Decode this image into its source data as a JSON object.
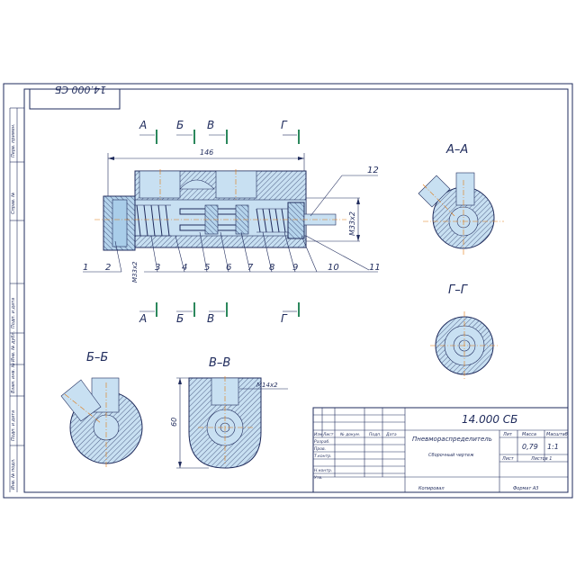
{
  "stamp_top": "14.000 СБ",
  "sections": {
    "a_a": "А–А",
    "b_b": "Б–Б",
    "v_v": "В–В",
    "g_g": "Г–Г",
    "cut_a": "А",
    "cut_b": "Б",
    "cut_v": "В",
    "cut_g": "Г"
  },
  "dimensions": {
    "length": "146",
    "thread_right": "M33x2",
    "thread_left": "M33x2",
    "height_vv": "60",
    "thread_vv": "M14x2"
  },
  "callouts": [
    "1",
    "2",
    "3",
    "4",
    "5",
    "6",
    "7",
    "8",
    "9",
    "10",
    "11",
    "12"
  ],
  "side_strip": [
    "Перв. примен.",
    "Справ. №",
    "Подп. и дата",
    "Инв. № дубл.",
    "Взам. инв. №",
    "Подп. и дата",
    "Инв. № подл."
  ],
  "title_block": {
    "designation": "14.000 СБ",
    "name": "Пневмораспределитель",
    "subname": "Сборочный чертеж",
    "col_lit": "Лит",
    "col_mass": "Масса",
    "col_scale": "Масштаб",
    "mass": "0,79",
    "scale": "1:1",
    "sheet": "Лист",
    "sheets": "Листов  1",
    "rows_left": [
      "Изм",
      "Лист",
      "№ докум.",
      "Подп.",
      "Дата"
    ],
    "roles": [
      "Разраб.",
      "Пров.",
      "Т.контр.",
      "",
      "Н.контр.",
      "Утв."
    ],
    "copied": "Копировал",
    "format": "Формат  А3"
  },
  "colors": {
    "ink": "#1f2b5c",
    "steel": "#c8e0f2",
    "axis": "#e07a12",
    "cut": "#157a4a"
  }
}
